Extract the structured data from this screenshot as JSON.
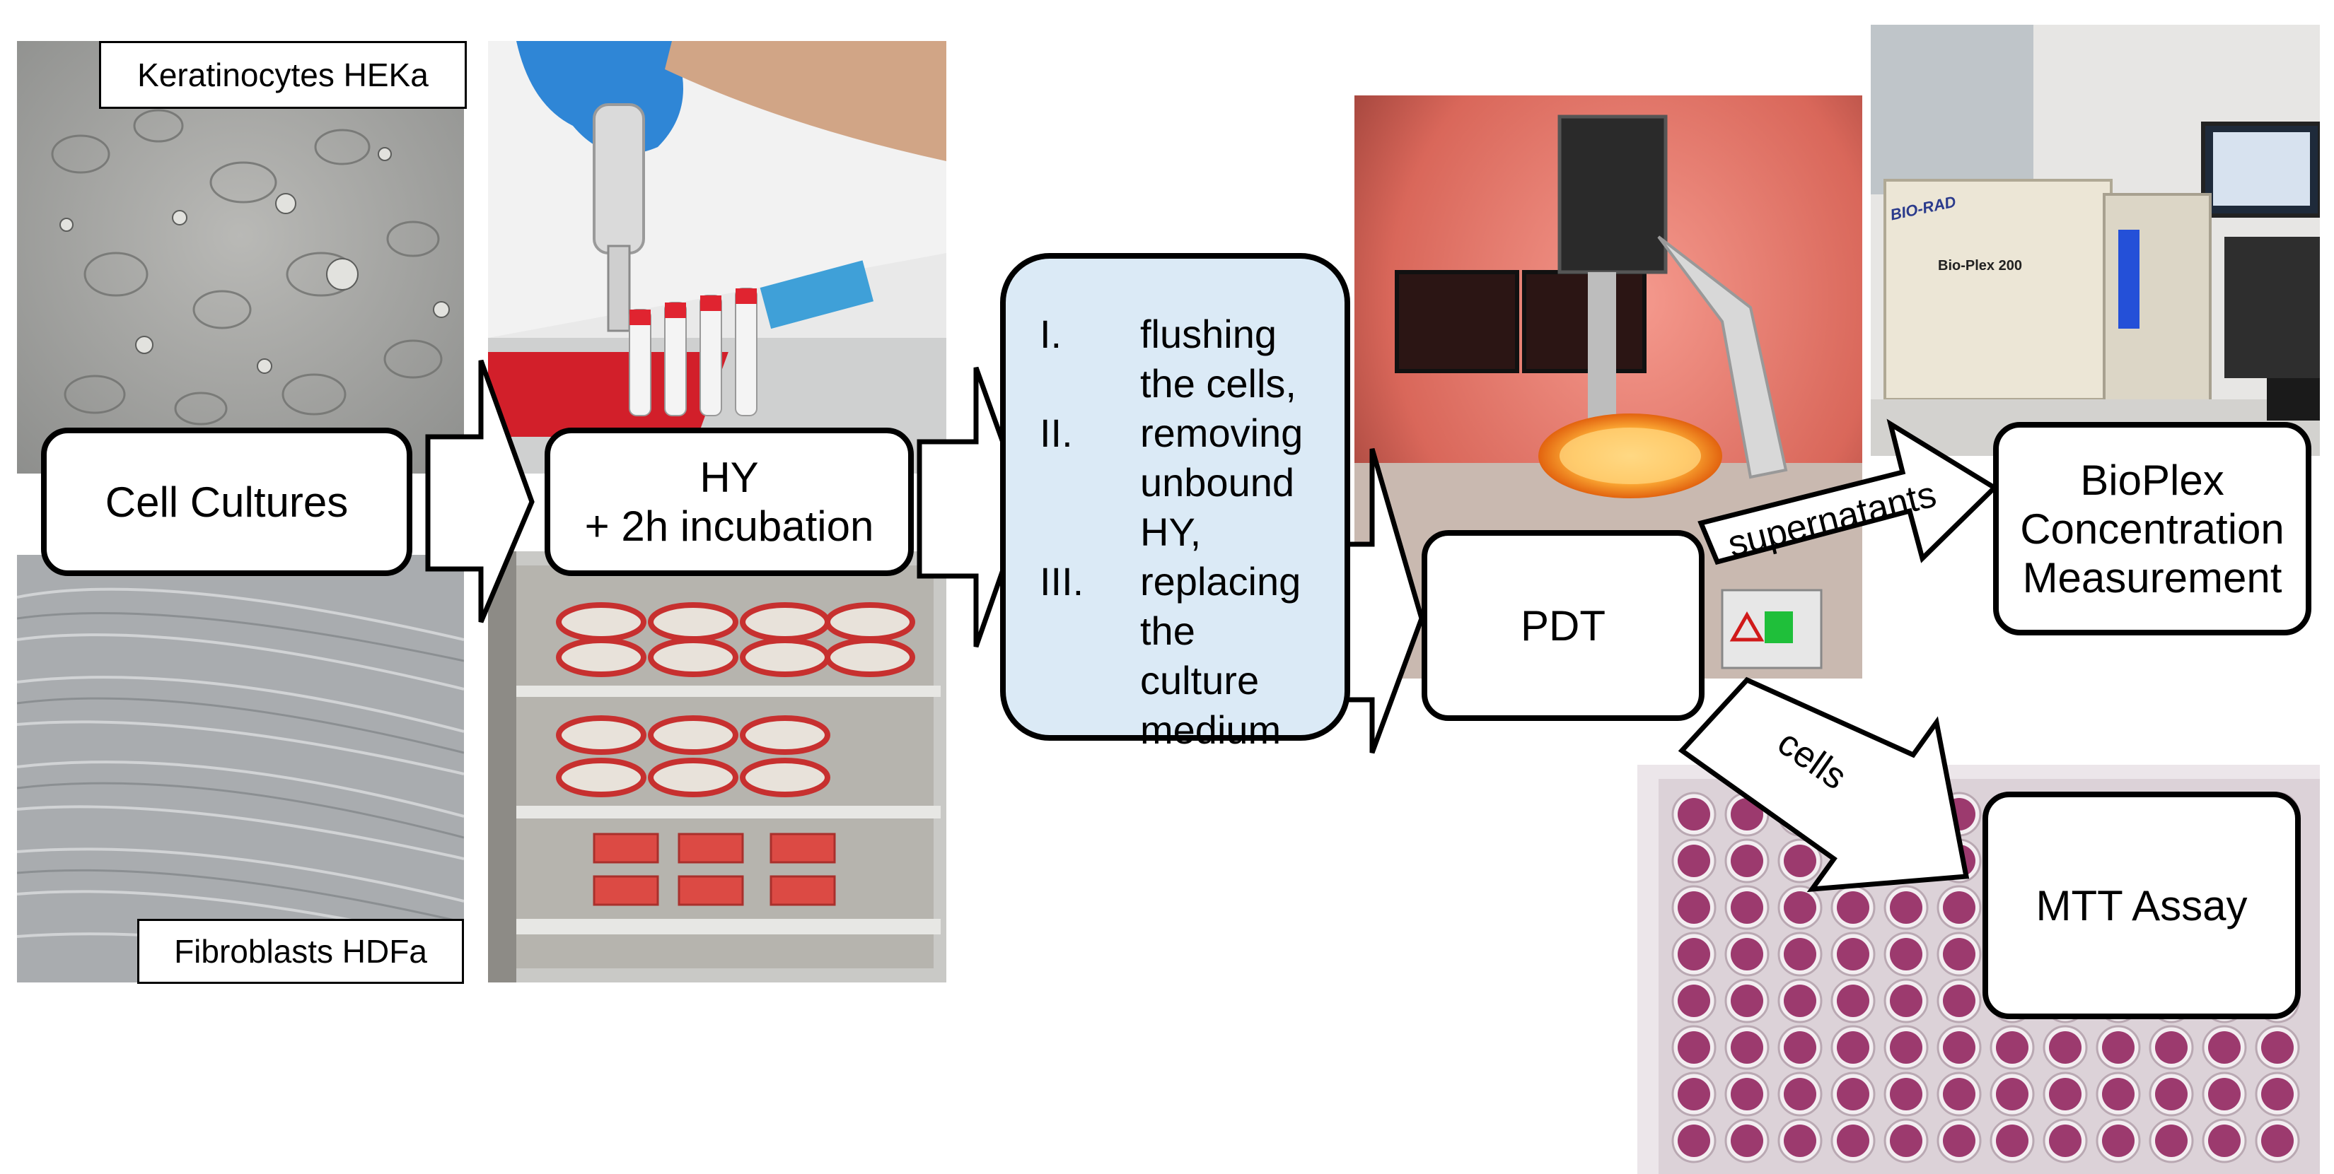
{
  "photos": {
    "keratinocytes_label": "Keratinocytes HEKa",
    "fibroblasts_label": "Fibroblasts HDFa",
    "bioplex_device_brand": "BIO-RAD",
    "bioplex_device_model": "Bio-Plex 200"
  },
  "boxes": {
    "cell_cultures": "Cell Cultures",
    "hy_line1": "HY",
    "hy_line2": "+ 2h incubation",
    "pdt": "PDT",
    "bioplex_line1": "BioPlex",
    "bioplex_line2": "Concentration",
    "bioplex_line3": "Measurement",
    "mtt": "MTT Assay"
  },
  "steps": [
    {
      "num": "I.",
      "lines": [
        "flushing",
        "the cells,"
      ]
    },
    {
      "num": "II.",
      "lines": [
        "removing",
        "unbound",
        "HY,"
      ]
    },
    {
      "num": "III.",
      "lines": [
        "replacing",
        "the culture",
        "medium"
      ]
    }
  ],
  "arrow_labels": {
    "supernatants": "supernatants",
    "cells": "cells"
  },
  "colors": {
    "steps_box_fill": "#dbeaf6",
    "border": "#000000"
  }
}
